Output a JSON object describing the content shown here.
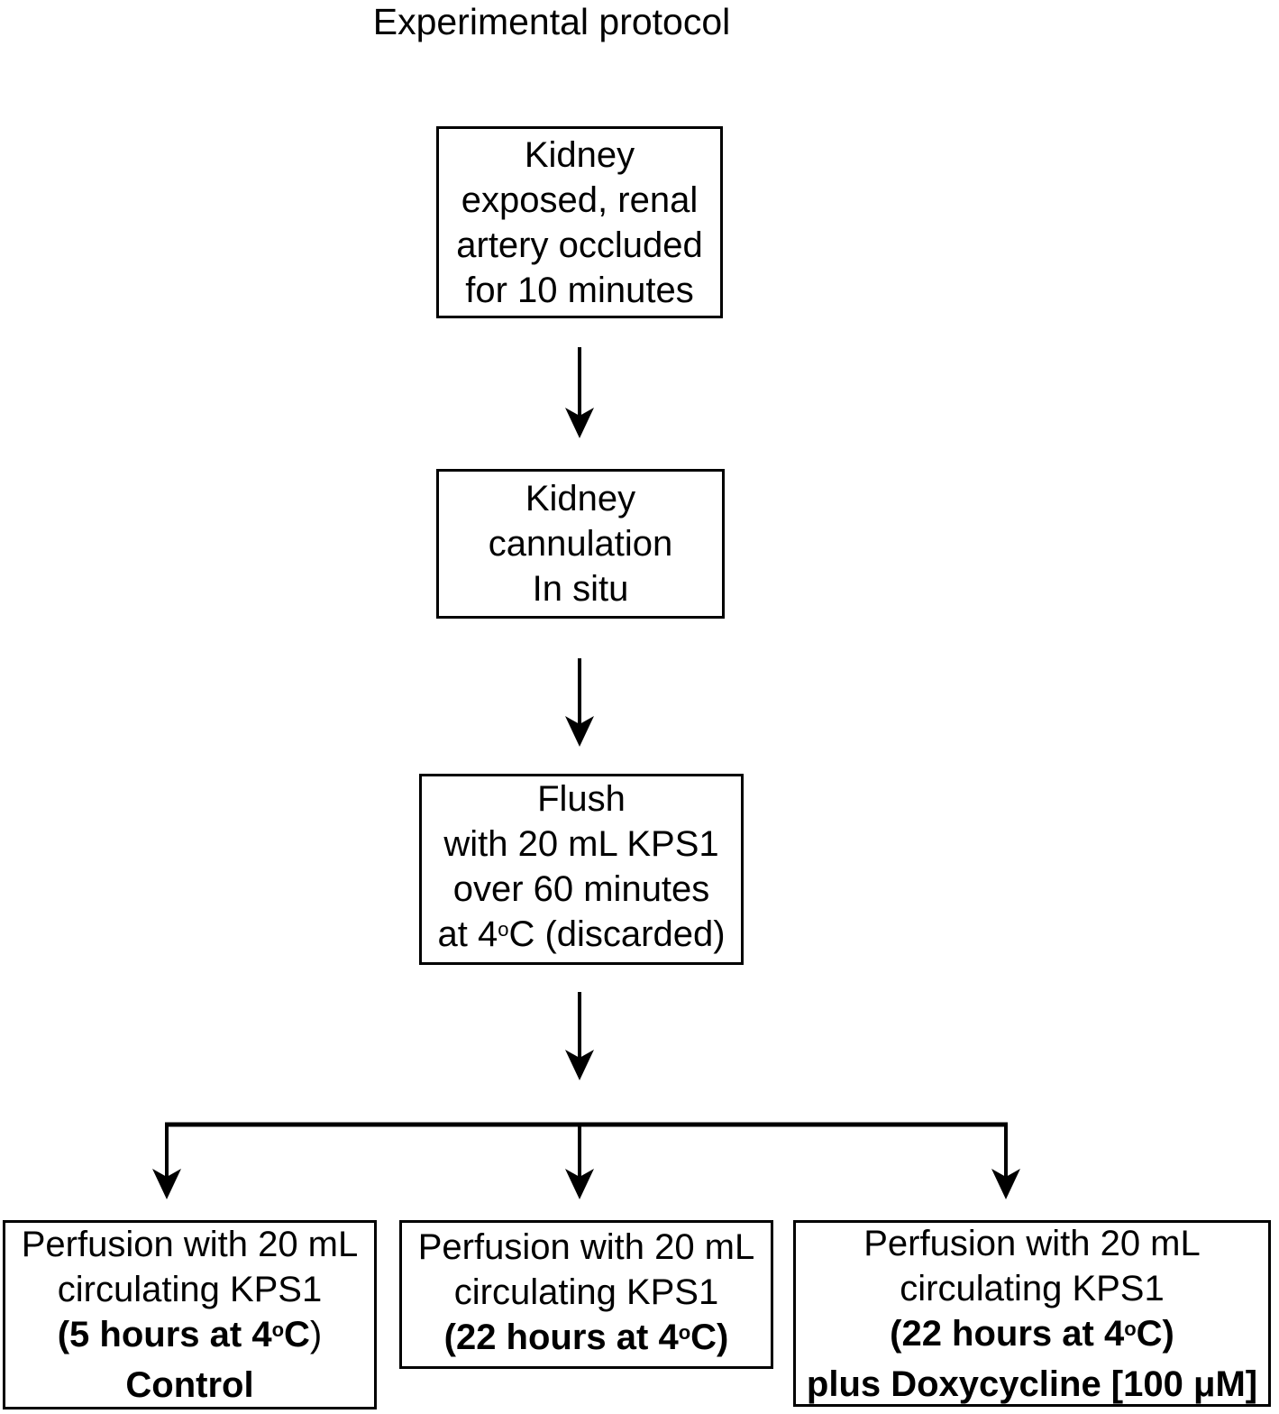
{
  "title": "Experimental protocol",
  "colors": {
    "ink": "#000000",
    "background": "#ffffff"
  },
  "flow": {
    "step1": {
      "lines": [
        {
          "segments": [
            {
              "text": "Kidney"
            }
          ]
        },
        {
          "segments": [
            {
              "text": "exposed, renal"
            }
          ]
        },
        {
          "segments": [
            {
              "text": "artery occluded"
            }
          ]
        },
        {
          "segments": [
            {
              "text": "for 10 minutes"
            }
          ]
        }
      ]
    },
    "step2": {
      "lines": [
        {
          "segments": [
            {
              "text": "Kidney"
            }
          ]
        },
        {
          "segments": [
            {
              "text": "cannulation"
            }
          ]
        },
        {
          "segments": [
            {
              "text": "In situ"
            }
          ]
        }
      ]
    },
    "step3": {
      "lines": [
        {
          "segments": [
            {
              "text": "Flush"
            }
          ]
        },
        {
          "segments": [
            {
              "text": "with 20 mL KPS1"
            }
          ]
        },
        {
          "segments": [
            {
              "text": "over 60 minutes"
            }
          ]
        },
        {
          "segments": [
            {
              "text": "at 4"
            },
            {
              "text": "o",
              "sup": true
            },
            {
              "text": "C (discarded)"
            }
          ]
        }
      ]
    },
    "branch_control": {
      "lines": [
        {
          "segments": [
            {
              "text": "Perfusion with 20 mL"
            }
          ]
        },
        {
          "segments": [
            {
              "text": "circulating KPS1"
            }
          ]
        },
        {
          "bold": true,
          "segments": [
            {
              "text": "(5 hours at 4"
            },
            {
              "text": "o",
              "sup": true
            },
            {
              "text": "C"
            },
            {
              "text": ")",
              "bold": false
            }
          ]
        },
        {
          "bold": true,
          "segments": [
            {
              "text": "Control"
            }
          ]
        }
      ]
    },
    "branch_22h": {
      "lines": [
        {
          "segments": [
            {
              "text": "Perfusion with 20 mL"
            }
          ]
        },
        {
          "segments": [
            {
              "text": "circulating KPS1"
            }
          ]
        },
        {
          "bold": true,
          "segments": [
            {
              "text": "(22 hours at 4"
            },
            {
              "text": "o",
              "sup": true
            },
            {
              "text": "C)"
            }
          ]
        }
      ]
    },
    "branch_doxy": {
      "lines": [
        {
          "segments": [
            {
              "text": "Perfusion with 20 mL"
            }
          ]
        },
        {
          "segments": [
            {
              "text": "circulating KPS1"
            }
          ]
        },
        {
          "bold": true,
          "segments": [
            {
              "text": "(22 hours at 4"
            },
            {
              "text": "o",
              "sup": true
            },
            {
              "text": "C)"
            }
          ]
        },
        {
          "bold": true,
          "segments": [
            {
              "text": "plus Doxycycline [100 μM]"
            }
          ]
        }
      ]
    }
  }
}
